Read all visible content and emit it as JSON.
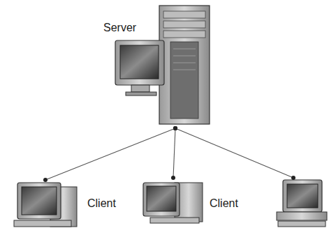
{
  "diagram": {
    "nodes": [
      {
        "text": [
          "Server"
        ]
      },
      {
        "text": [
          "Client"
        ]
      },
      {
        "text": [
          "Client"
        ]
      },
      {
        "text": []
      }
    ],
    "edges": [
      {
        "from": 0,
        "to": 1,
        "arrow": "none"
      },
      {
        "from": 0,
        "to": 2,
        "arrow": "none"
      },
      {
        "from": 0,
        "to": 3,
        "arrow": "none"
      }
    ]
  }
}
